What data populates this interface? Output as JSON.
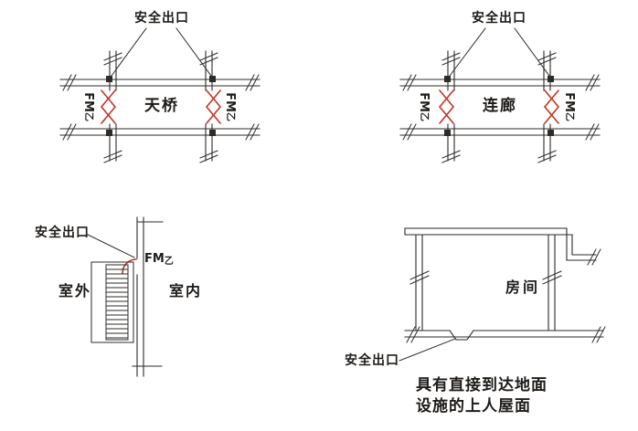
{
  "colors": {
    "line": "#2e2b28",
    "door_red": "#c03522",
    "text": "#1e1b18",
    "background": "#ffffff"
  },
  "labels": {
    "safety_exit": "安全出口",
    "fm_prefix": "FM",
    "fm_sub": "乙"
  },
  "panels": {
    "top_left": {
      "title": "天桥"
    },
    "top_right": {
      "title": "连廊"
    },
    "bottom_left": {
      "outdoor": "室外",
      "indoor": "室内"
    },
    "bottom_right": {
      "room": "房间",
      "caption_line1": "具有直接到达地面",
      "caption_line2": "设施的上人屋面"
    }
  }
}
